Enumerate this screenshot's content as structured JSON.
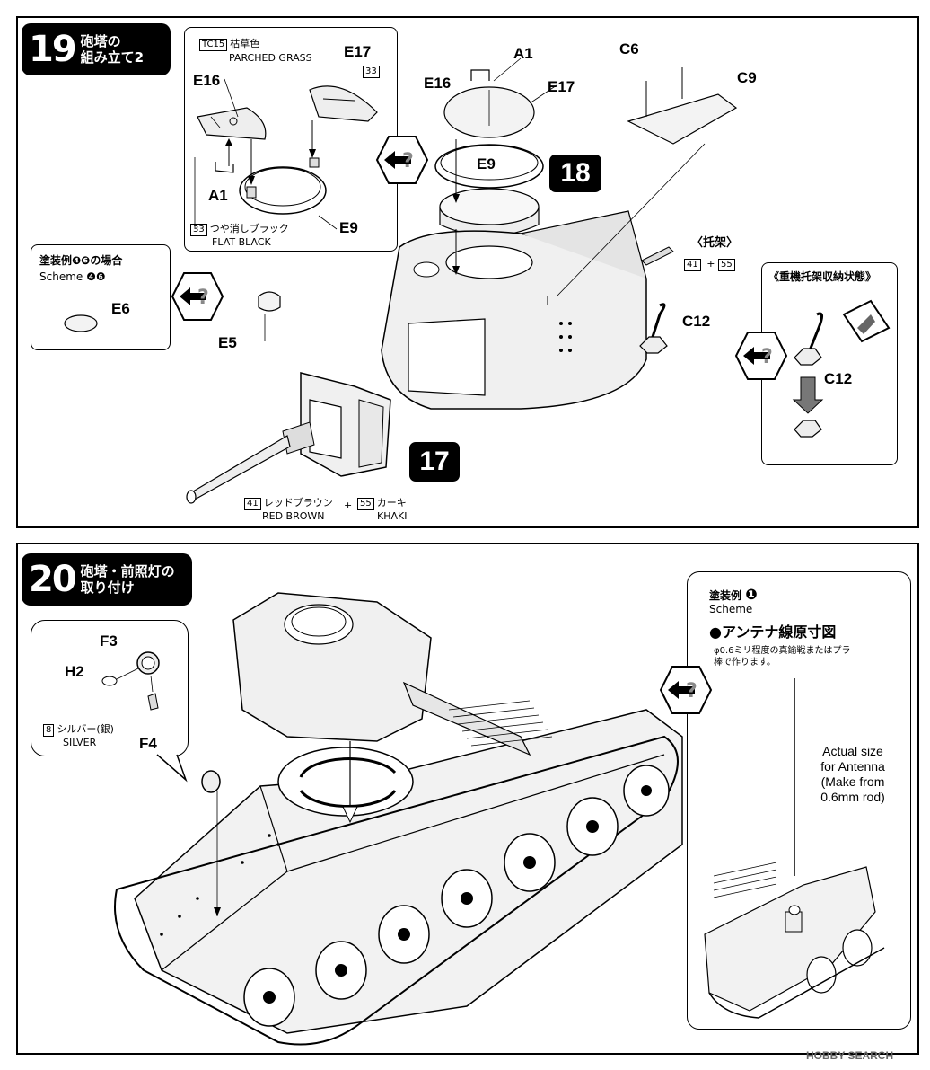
{
  "step19": {
    "number": "19",
    "title": "砲塔の\n組み立て2",
    "inset": {
      "paint_code": "TC15",
      "paint_jp": "枯草色",
      "paint_en": "PARCHED GRASS",
      "labels": {
        "e17": "E17",
        "e16": "E16",
        "a1": "A1",
        "e9": "E9"
      },
      "paint2_code": "33",
      "paint2_jp": "つや消しブラック",
      "paint2_en": "FLAT BLACK",
      "paint2_small": "33"
    },
    "scheme_box": {
      "title": "塗装例❹❻の場合",
      "title_en": "Scheme ❹❻",
      "part": "E6"
    },
    "labels": {
      "a1": "A1",
      "e16": "E16",
      "e17": "E17",
      "e9": "E9",
      "c6": "C6",
      "c9": "C9",
      "e5": "E5",
      "c12": "C12",
      "step18": "18",
      "step17": "17"
    },
    "mount": {
      "title": "〈托架〉",
      "code1": "41",
      "plus": "+",
      "code2": "55"
    },
    "stowed_box": {
      "title": "《重機托架収納状態》",
      "part": "C12"
    },
    "gun_paint": {
      "code1": "41",
      "jp1": "レッドブラウン",
      "en1": "RED BROWN",
      "plus": "+",
      "code2": "55",
      "jp2": "カーキ",
      "en2": "KHAKI"
    }
  },
  "step20": {
    "number": "20",
    "title": "砲塔・前照灯の\n取り付け",
    "light_box": {
      "f3": "F3",
      "h2": "H2",
      "f4": "F4",
      "paint_code": "8",
      "paint_jp": "シルバー(銀)",
      "paint_en": "SILVER"
    },
    "antenna_box": {
      "scheme_jp": "塗装例",
      "scheme_num": "❶",
      "scheme_en": "Scheme",
      "heading": "●アンテナ線原寸図",
      "note": "φ0.6ミリ程度の真鍮戦またはプラ\n棒で作ります。",
      "actual_size": "Actual size\nfor Antenna\n(Make from\n0.6mm rod)"
    }
  },
  "watermark": "HOBBY SEARCH"
}
